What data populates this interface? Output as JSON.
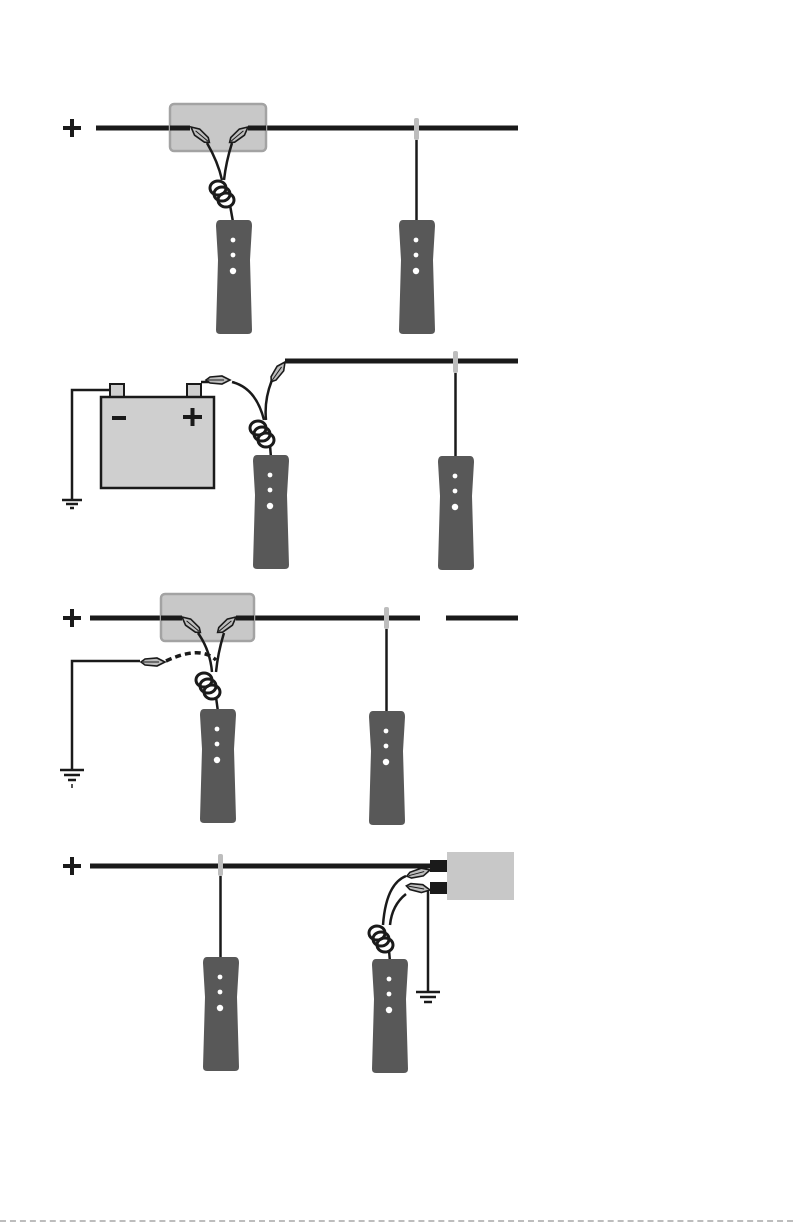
{
  "colors": {
    "wire": "#1a1a1a",
    "device": "#585858",
    "box_fill": "#c8c8c8",
    "box_stroke": "#a3a3a3",
    "battery_fill": "#cfcfcf",
    "probe_tip": "#bdbdbd",
    "led": "#ffffff"
  },
  "symbols": {
    "positive": "+",
    "negative": "−"
  },
  "panels": [
    {
      "name": "panel-1",
      "components": [
        "positive-terminal",
        "connector-box",
        "clip-pair",
        "coiled-lead",
        "receiver-unit",
        "probe-unit"
      ]
    },
    {
      "name": "panel-2",
      "components": [
        "battery",
        "ground-symbol",
        "clip-pair",
        "coiled-lead",
        "receiver-unit",
        "probe-unit"
      ]
    },
    {
      "name": "panel-3",
      "components": [
        "positive-terminal",
        "connector-box",
        "clip-pair",
        "dashed-ground-lead",
        "ground-symbol",
        "receiver-unit",
        "probe-unit"
      ]
    },
    {
      "name": "panel-4",
      "components": [
        "positive-terminal",
        "probe-unit",
        "receiver-unit",
        "connector-box",
        "ground-symbol"
      ]
    }
  ]
}
